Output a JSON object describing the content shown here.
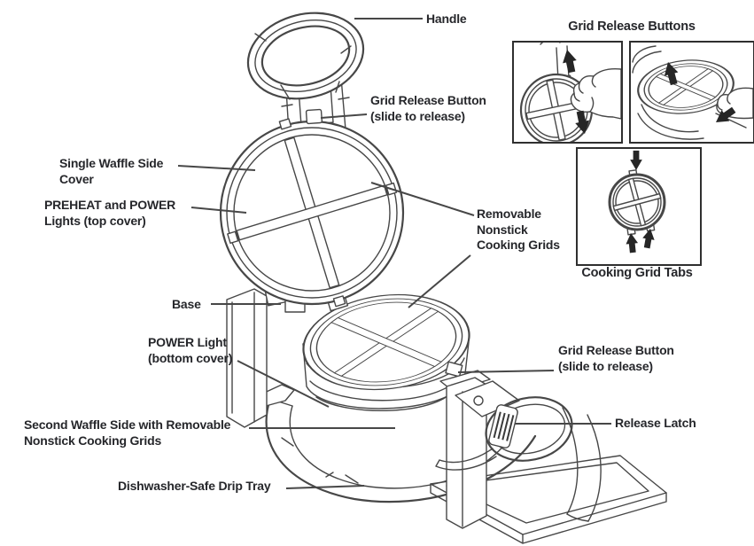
{
  "colors": {
    "text": "#26272b",
    "line": "#474747",
    "arrow": "#262626",
    "inset_border": "#2f2f2f",
    "background": "#ffffff"
  },
  "part_labels": {
    "handle": "Handle",
    "grid_release_button_top_line1": "Grid Release Button",
    "grid_release_button_top_line2": "(slide to release)",
    "single_waffle_side_line1": "Single Waffle Side",
    "single_waffle_side_line2": "Cover",
    "preheat_power_line1": "PREHEAT and POWER",
    "preheat_power_line2": "Lights (top cover)",
    "removable_grids_line1": "Removable",
    "removable_grids_line2": "Nonstick",
    "removable_grids_line3": "Cooking Grids",
    "base": "Base",
    "power_light_line1": "POWER Light",
    "power_light_line2": "(bottom cover)",
    "grid_release_button_right_line1": "Grid Release Button",
    "grid_release_button_right_line2": "(slide to release)",
    "release_latch": "Release Latch",
    "second_waffle_line1": "Second Waffle Side with Removable",
    "second_waffle_line2": "Nonstick Cooking Grids",
    "drip_tray": "Dishwasher-Safe Drip Tray"
  },
  "insets": {
    "grid_release_buttons_title": "Grid Release Buttons",
    "cooking_grid_tabs_caption": "Cooking Grid Tabs"
  }
}
